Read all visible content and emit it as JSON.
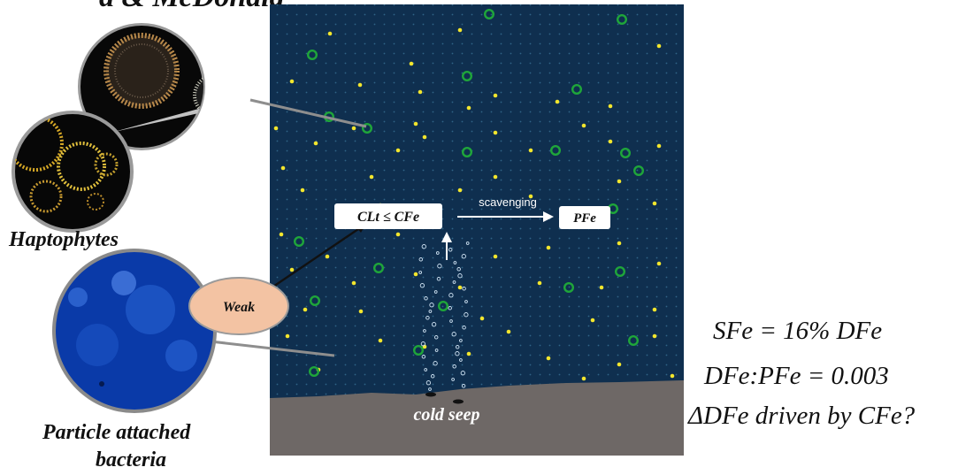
{
  "header": {
    "title_fragment": "a & McDonald"
  },
  "left_panel": {
    "haptophytes_label": "Haptophytes",
    "bacteria_label_line1": "Particle attached",
    "bacteria_label_line2": "bacteria",
    "weak_label": "Weak"
  },
  "diagram": {
    "ligand_box": "CLt ≤ CFe",
    "scavenging_label": "scavenging",
    "pfe_box": "PFe",
    "seep_label": "cold seep"
  },
  "equations": {
    "sfe": "SFe = 16% DFe",
    "ratio": "DFe:PFe = 0.003",
    "question": "ΔDFe driven by CFe?"
  },
  "colors": {
    "water": "#0f2f4f",
    "sediment": "#6e6866",
    "plankton_ring": "#1fa63a",
    "particle": "#f3e62d",
    "bacteria_blue": "#0a3aa8",
    "weak_fill": "#f3c3a3"
  }
}
